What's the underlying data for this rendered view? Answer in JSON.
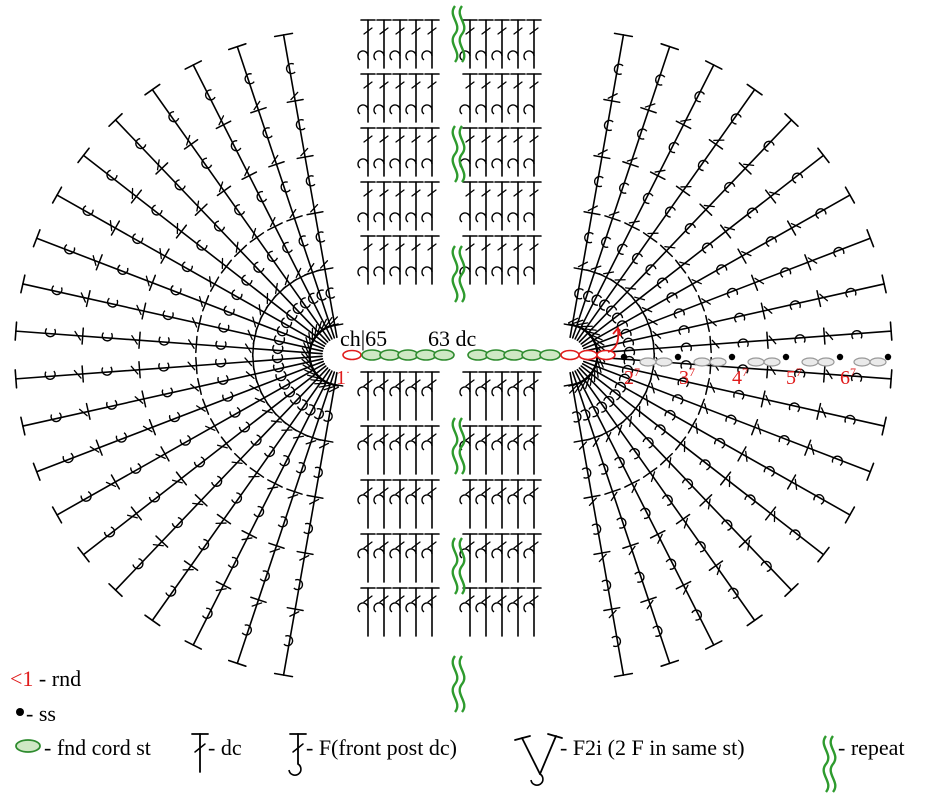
{
  "center_labels": {
    "ch": "ch",
    "ch_count": "65",
    "dc_count": "63",
    "dc": "dc"
  },
  "round_labels": [
    {
      "num": "1",
      "mark": "·"
    },
    {
      "num": "2",
      "mark": "7"
    },
    {
      "num": "3",
      "mark": "7"
    },
    {
      "num": "4",
      "mark": "7"
    },
    {
      "num": "5",
      "mark": "7"
    },
    {
      "num": "6",
      "mark": "7"
    }
  ],
  "legend": {
    "rnd_marker": "<1",
    "rnd_text": " - rnd",
    "ss_text": " - ss",
    "fnd_text": " - fnd cord st",
    "dc_text": " - dc",
    "fpdc_text": " - F(front post dc)",
    "f2i_text": " - F2i (2 F in same st)",
    "repeat_text": " - repeat"
  },
  "colors": {
    "ink": "#000000",
    "round_red": "#e01b1b",
    "repeat_green": "#2e9b2e",
    "fnd_cord_fill": "#cfe8c4",
    "fnd_cord_stroke": "#2e8b2e",
    "ss_dot": "#000000"
  }
}
